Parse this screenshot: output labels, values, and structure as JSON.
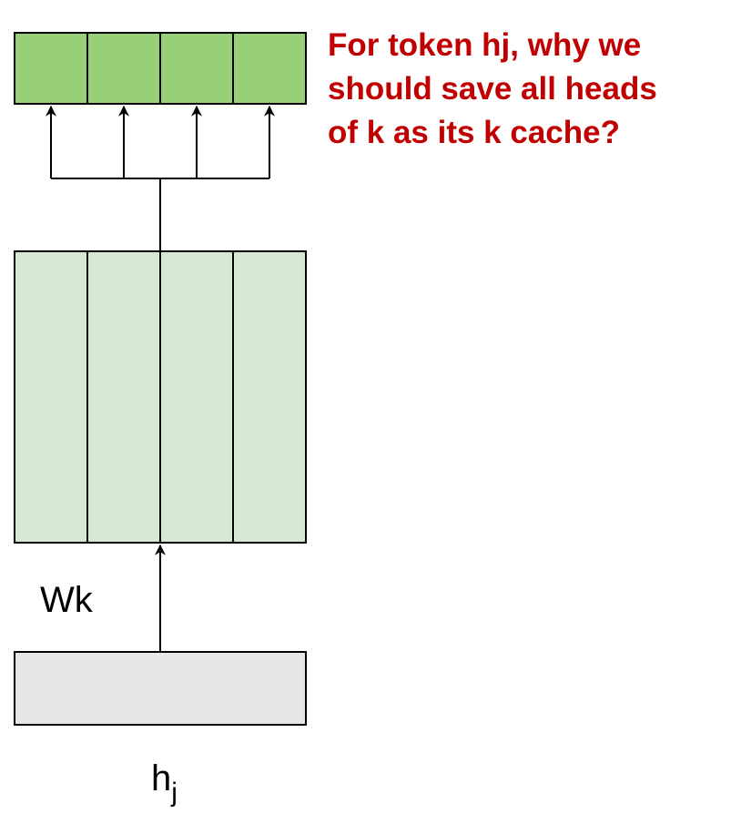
{
  "question": {
    "lines": [
      "For token hj, why we",
      "should save all heads",
      "of k as its k cache?"
    ]
  },
  "labels": {
    "weight": "Wk",
    "input_base": "h",
    "input_sub": "j"
  },
  "blocks": {
    "heads_output": {
      "count": 4
    },
    "weight_matrix": {
      "count": 4
    },
    "input_vector": {
      "count": 1
    }
  },
  "colors": {
    "heads_fill": "#97d077",
    "weight_fill": "#d5e8d4",
    "input_fill": "#e6e6e6",
    "stroke": "#000000",
    "question_text": "#c00000"
  }
}
